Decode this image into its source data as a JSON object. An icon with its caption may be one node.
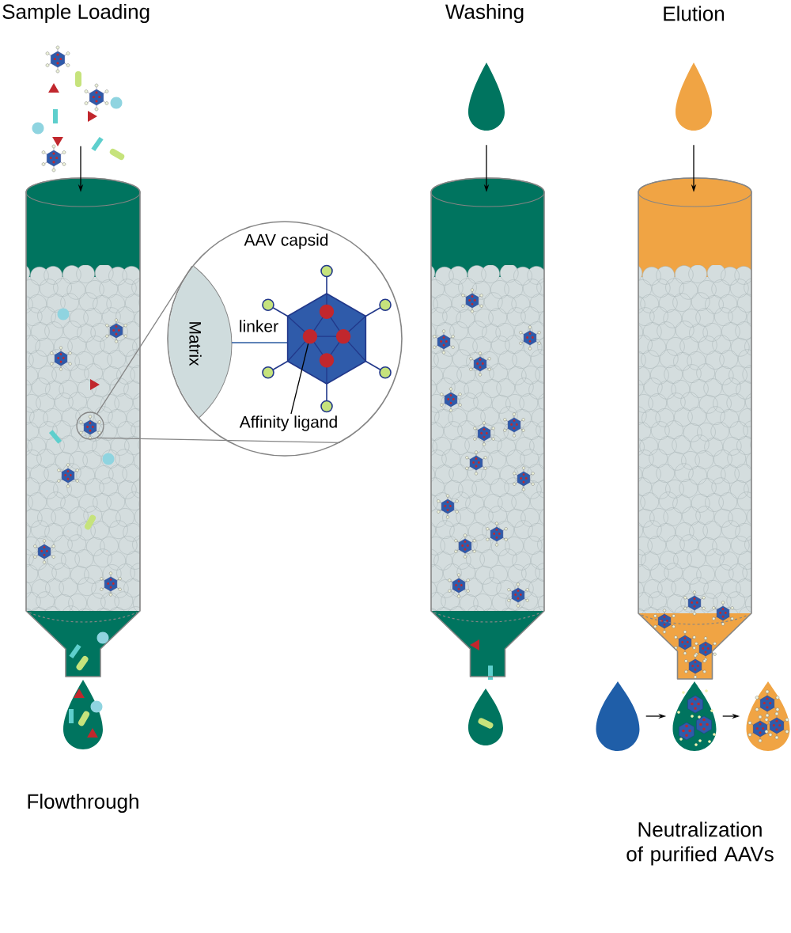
{
  "diagram": {
    "nodes": [
      {
        "text": [],
        "shape": "picture"
      },
      {
        "text": [],
        "shape": "cylinder"
      },
      {
        "text": [],
        "shape": "circle",
        "in": 1
      },
      {
        "text": [
          "AAV capsid",
          "Matrix",
          "linker"
        ]
      },
      {
        "text": [
          "Affinity ligand"
        ],
        "in": 3
      },
      {
        "text": [],
        "shape": "circle",
        "in": 3
      },
      {
        "text": [],
        "shape": "drop"
      },
      {
        "text": [],
        "shape": "cylinder"
      },
      {
        "text": [],
        "shape": "drop"
      },
      {
        "text": [],
        "shape": "cylinder"
      },
      {
        "text": [],
        "shape": "drop",
        "beside": [
          "Flowthrough"
        ]
      },
      {
        "text": [],
        "shape": "drop"
      },
      {
        "text": [],
        "shape": "drop"
      },
      {
        "text": [],
        "shape": "drop"
      },
      {
        "text": [],
        "shape": "drop"
      }
    ],
    "edges": [
      {
        "from": 0,
        "to": 1,
        "arrow": "to"
      },
      {
        "from": 2,
        "to": 3,
        "arrow": "none",
        "color": "#858585"
      },
      {
        "from": 4,
        "to": 5,
        "arrow": "none"
      },
      {
        "from": 6,
        "to": 7,
        "arrow": "to"
      },
      {
        "from": 8,
        "to": 9,
        "arrow": "to"
      },
      {
        "from": 12,
        "to": 13,
        "arrow": "to"
      },
      {
        "from": 13,
        "to": 14,
        "arrow": "to"
      }
    ],
    "labels": [
      "Sample Loading",
      "Washing",
      "Elution",
      "Neutralization of purified AAVs"
    ]
  }
}
